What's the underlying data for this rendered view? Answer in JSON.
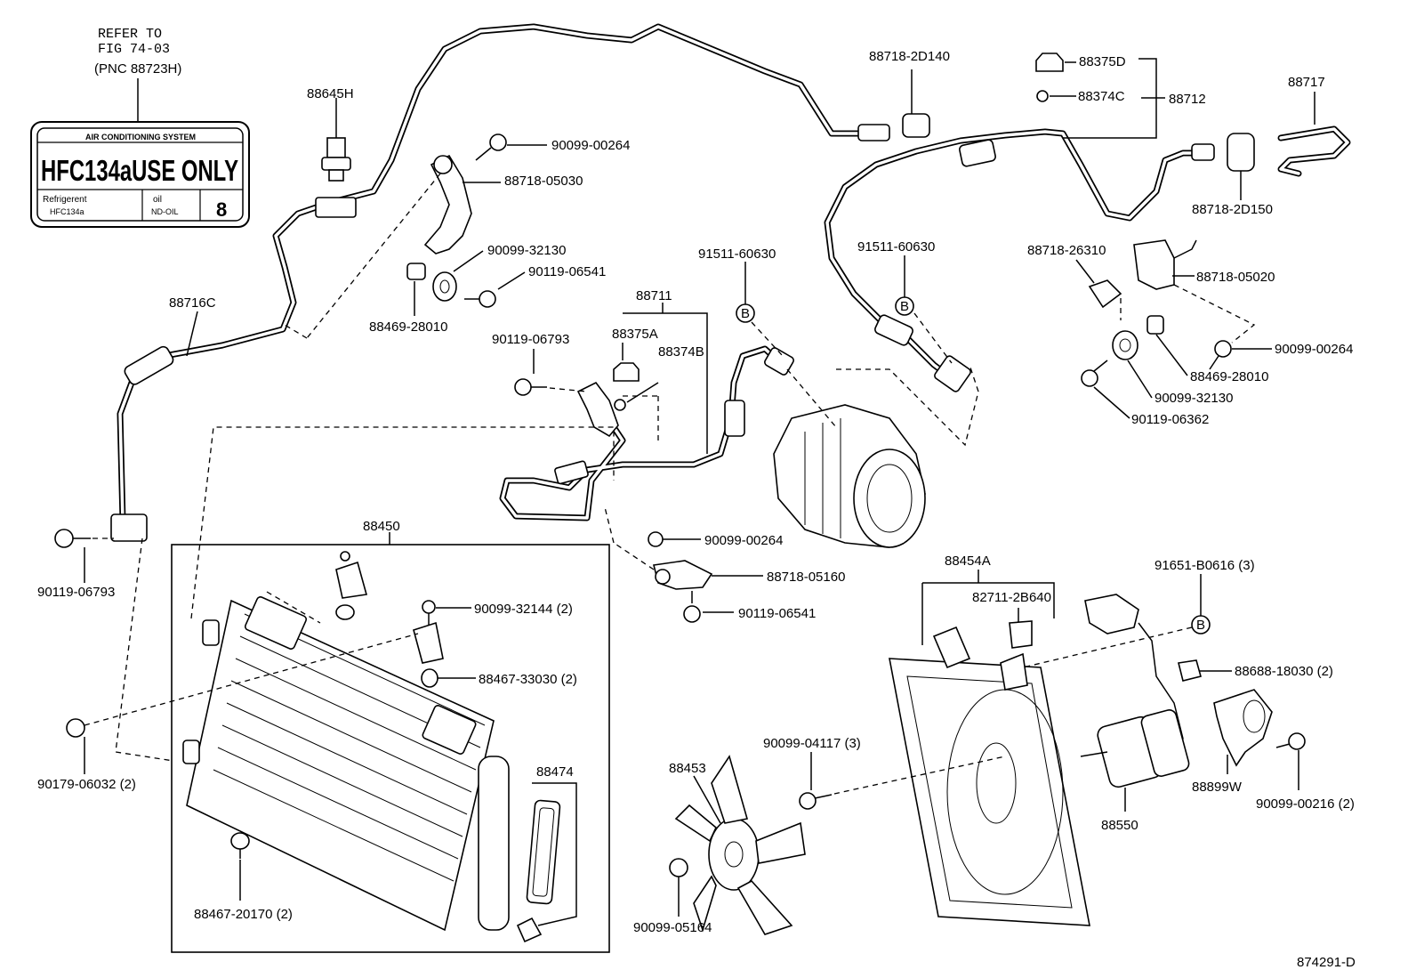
{
  "diagram_id": "874291-D",
  "refer_note": {
    "line1": "REFER TO",
    "line2": "FIG 74-03",
    "line3": "(PNC 88723H)"
  },
  "label_plate": {
    "header": "AIR CONDITIONING SYSTEM",
    "main": "HFC134aUSE ONLY",
    "refrigerant_label": "Refrigerent",
    "refrigerant_value": "HFC134a",
    "oil_label": "oil",
    "oil_value": "ND-OIL",
    "oil_number": "8"
  },
  "callouts": {
    "p88645H": "88645H",
    "p88716C": "88716C",
    "p90099_00264_a": "90099-00264",
    "p88718_05030": "88718-05030",
    "p90099_32130_a": "90099-32130",
    "p90119_06541_a": "90119-06541",
    "p88469_28010_a": "88469-28010",
    "p88718_2D140": "88718-2D140",
    "p88375D": "88375D",
    "p88374C": "88374C",
    "p88712": "88712",
    "p88717": "88717",
    "p88718_2D150": "88718-2D150",
    "p91511_60630_a": "91511-60630",
    "p91511_60630_b": "91511-60630",
    "p88711": "88711",
    "p90119_06793_a": "90119-06793",
    "p88375A": "88375A",
    "p88374B": "88374B",
    "p88718_26310": "88718-26310",
    "p88718_05020": "88718-05020",
    "p90099_00264_b": "90099-00264",
    "p88469_28010_b": "88469-28010",
    "p90099_32130_b": "90099-32130",
    "p90119_06362": "90119-06362",
    "p90119_06793_b": "90119-06793",
    "p88450": "88450",
    "p90099_00264_c": "90099-00264",
    "p88718_05160": "88718-05160",
    "p90119_06541_b": "90119-06541",
    "p90099_32144": "90099-32144 (2)",
    "p88467_33030": "88467-33030 (2)",
    "p90179_06032": "90179-06032 (2)",
    "p88474": "88474",
    "p88467_20170": "88467-20170 (2)",
    "p88454A": "88454A",
    "p82711_2B640": "82711-2B640",
    "p91651_B0616": "91651-B0616 (3)",
    "p88688_18030": "88688-18030 (2)",
    "p90099_04117": "90099-04117 (3)",
    "p88453": "88453",
    "p88550": "88550",
    "p88899W": "88899W",
    "p90099_00216": "90099-00216 (2)",
    "p90099_05164": "90099-05164",
    "marker_B": "B"
  }
}
